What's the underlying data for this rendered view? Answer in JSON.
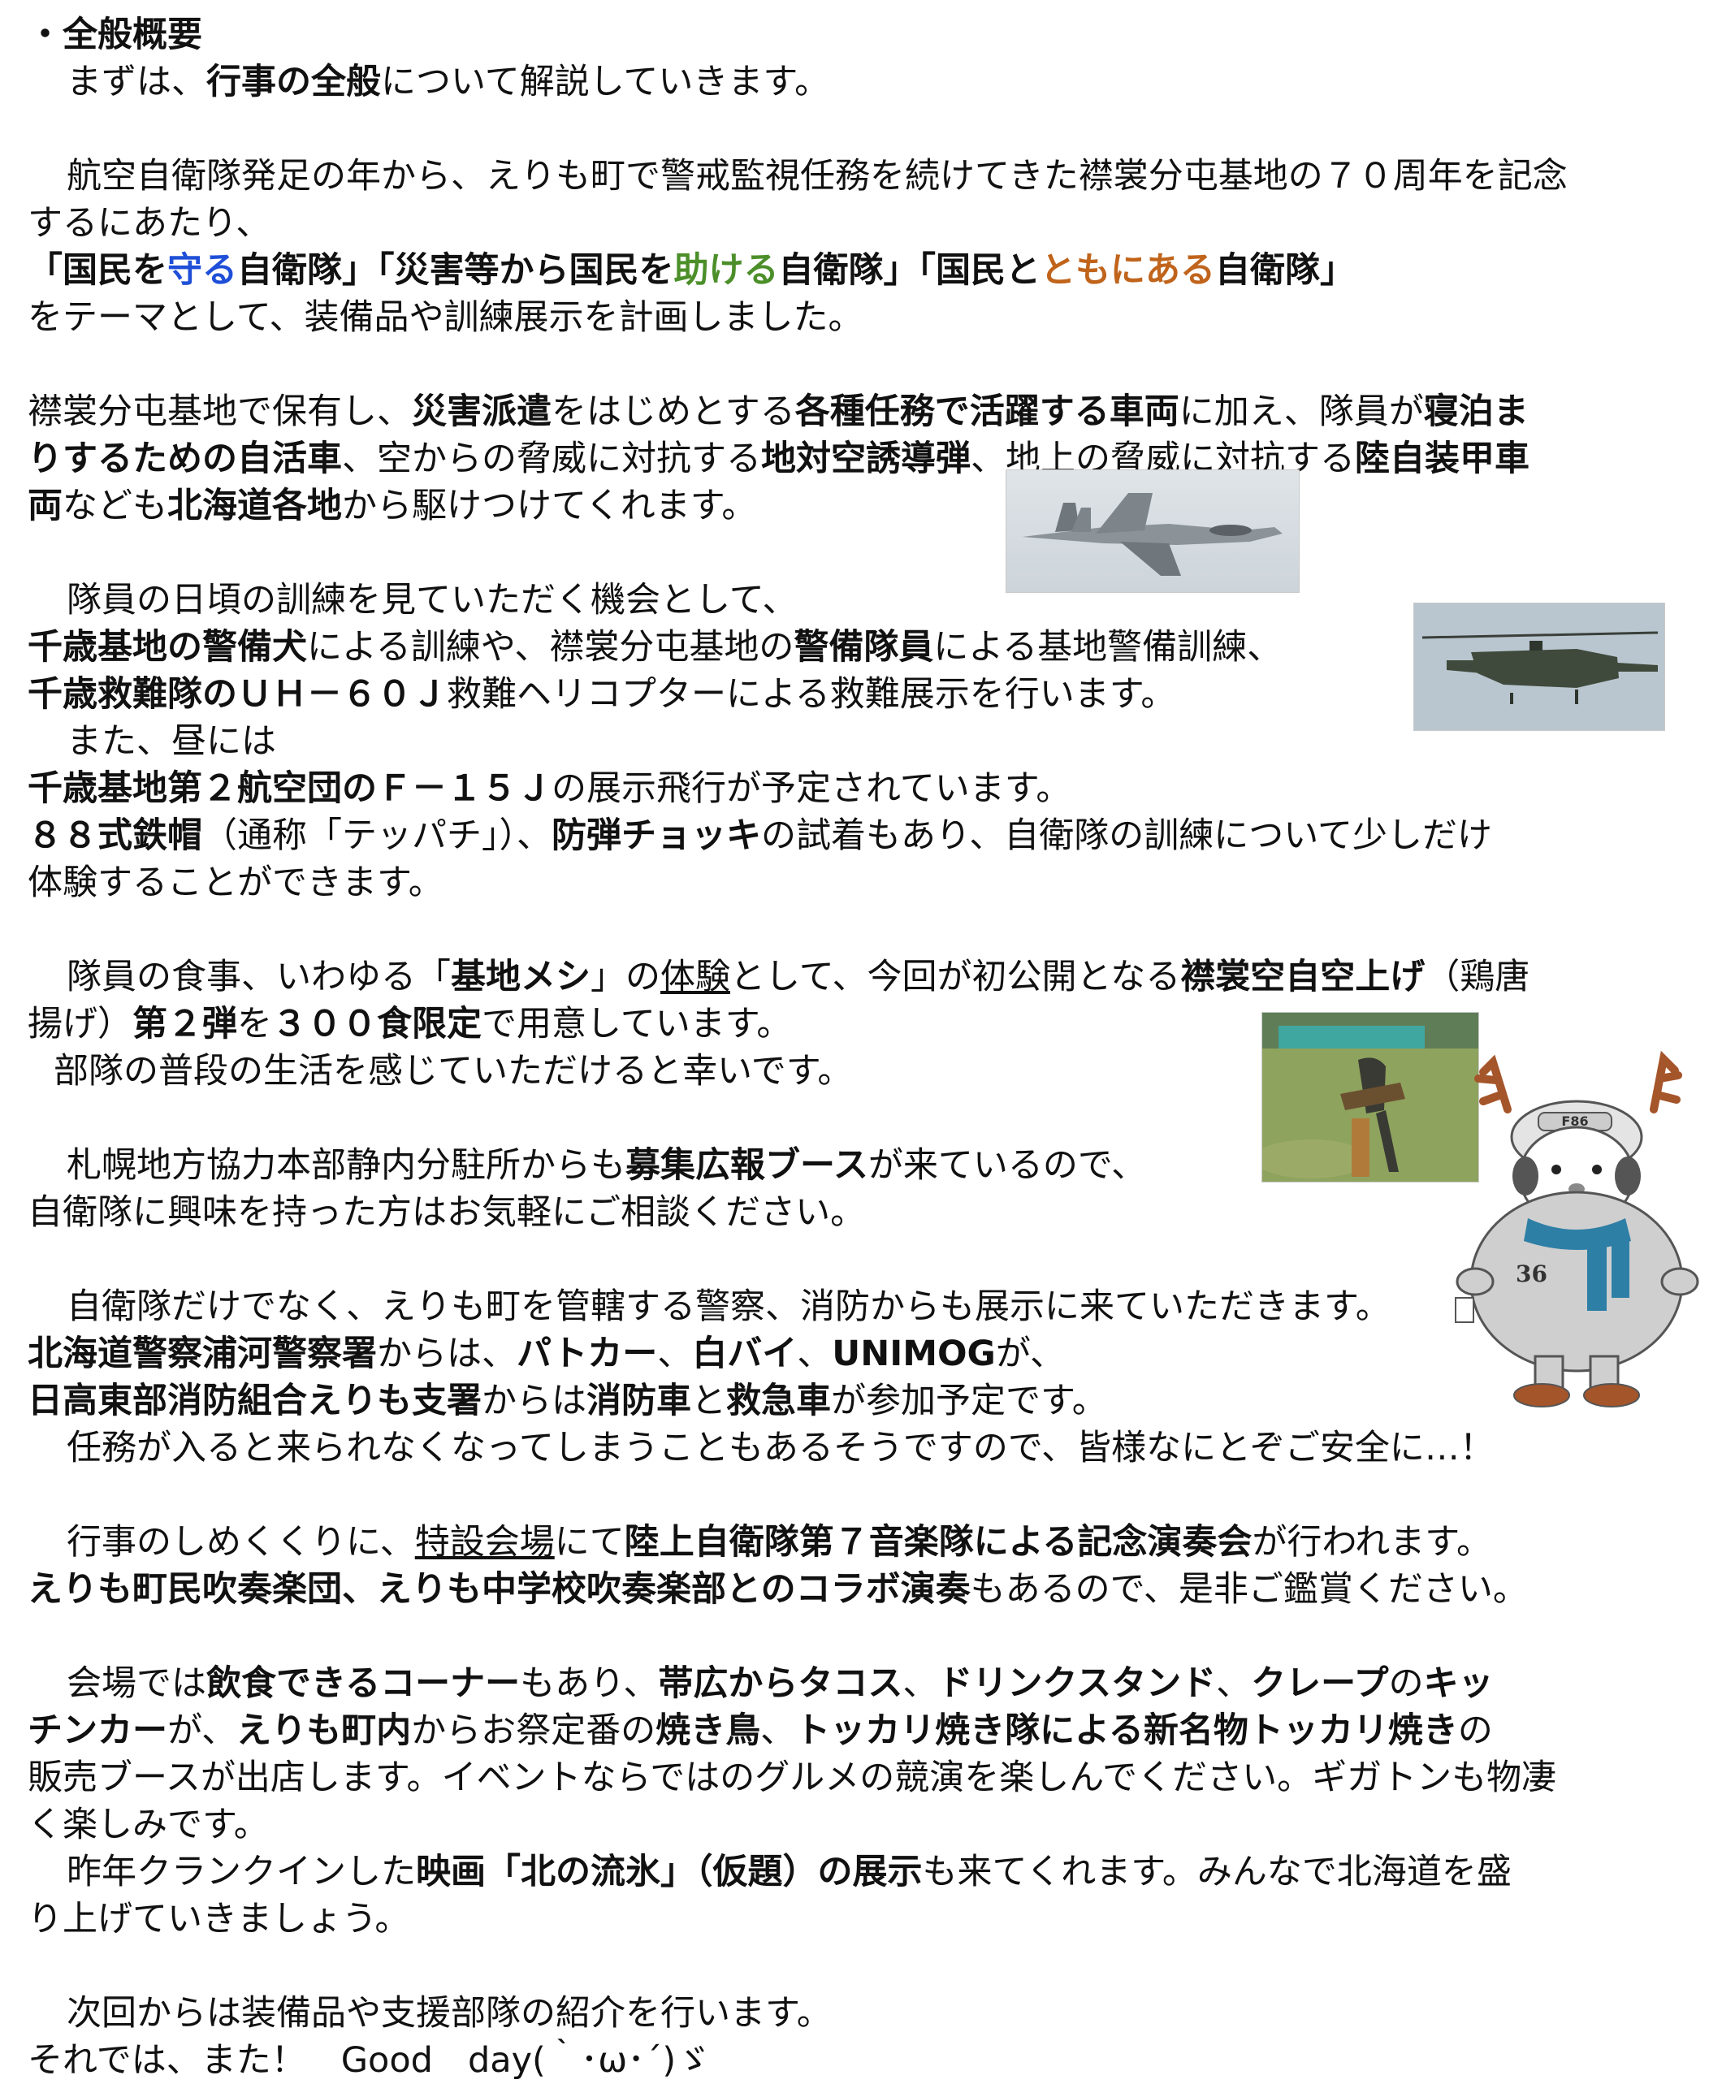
{
  "heading": "・全般概要",
  "p1": {
    "a": "まずは、",
    "b": "行事の全般",
    "c": "について解説していきます。"
  },
  "p2": {
    "l1": "航空自衛隊発足の年から、えりも町で警戒監視任務を続けてきた襟裳分屯基地の７０周年を記念",
    "l2": "するにあたり、",
    "t1": "「国民を",
    "t1c": "守る",
    "t1e": "自衛隊」",
    "t2": "「災害等から国民を",
    "t2c": "助ける",
    "t2e": "自衛隊」",
    "t3": "「国民と",
    "t3c": "ともにある",
    "t3e": "自衛隊」",
    "l4": "をテーマとして、装備品や訓練展示を計画しました。"
  },
  "p3": {
    "a": "襟裳分屯基地で保有し、",
    "b": "災害派遣",
    "c": "をはじめとする",
    "d": "各種任務で活躍する車両",
    "e": "に加え、隊員が",
    "f": "寝泊ま",
    "g": "りするための自活車",
    "h": "、空からの脅威に対抗する",
    "i": "地対空誘導弾",
    "j": "、地上の脅威に対抗する",
    "k": "陸自装甲車",
    "l": "両",
    "m": "なども",
    "n": "北海道各地",
    "o": "から駆けつけてくれます。"
  },
  "p4": {
    "l1": "隊員の日頃の訓練を見ていただく機会として、",
    "a": "千歳基地の警備犬",
    "b": "による訓練や、襟裳分屯基地の",
    "c": "警備隊員",
    "d": "による基地警備訓練、",
    "e": "千歳救難隊のＵＨ－６０Ｊ",
    "f": "救難ヘリコプターによる救難展示を行います。",
    "l4": "また、昼には",
    "g": "千歳基地第２航空団のＦ－１５Ｊ",
    "h": "の展示飛行が予定されています。",
    "i": "８８式鉄帽",
    "j": "（通称「テッパチ」）、",
    "k": "防弾チョッキ",
    "l": "の試着もあり、自衛隊の訓練について少しだけ",
    "m": "体験することができます。"
  },
  "p5": {
    "a": "隊員の食事、いわゆる「",
    "b": "基地メシ",
    "c": "」の",
    "d": "体験",
    "e": "として、今回が初公開となる",
    "f": "襟裳空自空上げ",
    "g": "（鶏唐",
    "h": "揚げ）",
    "i": "第２弾",
    "j": "を",
    "k": "３００食限定",
    "l": "で用意しています。",
    "m": "部隊の普段の生活を感じていただけると幸いです。"
  },
  "p6": {
    "a": "札幌地方協力本部静内分駐所からも",
    "b": "募集広報ブース",
    "c": "が来ているので、",
    "d": "自衛隊に興味を持った方はお気軽にご相談ください。"
  },
  "p7": {
    "l1": "自衛隊だけでなく、えりも町を管轄する警察、消防からも展示に来ていただきます。",
    "a": "北海道警察浦河警察署",
    "b": "からは、",
    "c": "パトカー",
    "d": "、",
    "e": "白バイ",
    "f": "、",
    "g": "UNIMOG",
    "h": "が、",
    "i": "日高東部消防組合えりも支署",
    "j": "からは",
    "k": "消防車",
    "l": "と",
    "m": "救急車",
    "n": "が参加予定です。",
    "l4": "任務が入ると来られなくなってしまうこともあるそうですので、皆様なにとぞご安全に…！"
  },
  "p8": {
    "a": "行事のしめくくりに、",
    "b": "特設会場",
    "c": "にて",
    "d": "陸上自衛隊第７音楽隊による記念演奏会",
    "e": "が行われます。",
    "f": "えりも町民吹奏楽団、えりも中学校吹奏楽部とのコラボ演奏",
    "g": "もあるので、是非ご鑑賞ください。"
  },
  "p9": {
    "a": "会場では",
    "b": "飲食できるコーナー",
    "c": "もあり、",
    "d": "帯広からタコス",
    "e": "、",
    "f": "ドリンクスタンド",
    "g": "、",
    "h": "クレープ",
    "i": "の",
    "j": "キッ",
    "k": "チンカー",
    "l": "が、",
    "m": "えりも町内",
    "n": "からお祭定番の",
    "o": "焼き鳥",
    "p": "、",
    "q": "トッカリ焼き隊による新名物トッカリ焼き",
    "r": "の",
    "s": "販売ブースが出店します。イベントならではのグルメの競演を楽しんでください。ギガトンも物凄",
    "t": "く楽しみです。"
  },
  "p10": {
    "a": "昨年クランクインした",
    "b": "映画「北の流氷」（仮題）の展示",
    "c": "も来てくれます。みんなで北海道を盛",
    "d": "り上げていきましょう。"
  },
  "p11": {
    "l1": "次回からは装備品や支援部隊の紹介を行います。",
    "l2": "それでは、また！　Good　day(｀･ω･´)ゞ"
  },
  "mascot_text": {
    "cap": "F86",
    "belly": "36"
  }
}
